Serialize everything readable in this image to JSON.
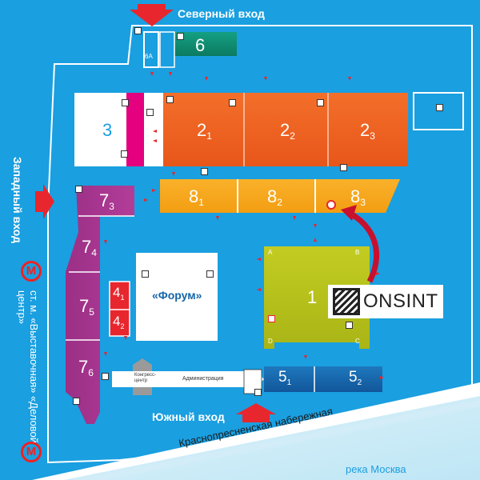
{
  "entrances": {
    "north": "Северный вход",
    "west": "Западный вход",
    "south": "Южный вход"
  },
  "metro": {
    "symbol": "M",
    "station_text": "ст. м. «Выставочная» «Деловой центр»"
  },
  "halls": {
    "h6": {
      "num": "6"
    },
    "h6a": {
      "num": "6A"
    },
    "h3": {
      "num": "3"
    },
    "h2_1": {
      "num": "2",
      "sub": "1"
    },
    "h2_2": {
      "num": "2",
      "sub": "2"
    },
    "h2_3": {
      "num": "2",
      "sub": "3"
    },
    "h8_1": {
      "num": "8",
      "sub": "1"
    },
    "h8_2": {
      "num": "8",
      "sub": "2"
    },
    "h8_3": {
      "num": "8",
      "sub": "3"
    },
    "h7_3": {
      "num": "7",
      "sub": "3"
    },
    "h7_4": {
      "num": "7",
      "sub": "4"
    },
    "h7_5": {
      "num": "7",
      "sub": "5"
    },
    "h7_6": {
      "num": "7",
      "sub": "6"
    },
    "h4_1": {
      "num": "4",
      "sub": "1"
    },
    "h4_2": {
      "num": "4",
      "sub": "2"
    },
    "h1": {
      "num": "1"
    },
    "h5_1": {
      "num": "5",
      "sub": "1"
    },
    "h5_2": {
      "num": "5",
      "sub": "2"
    }
  },
  "forum": "«Форум»",
  "congress_center": "Конгресс-центр",
  "administration": "Администрация",
  "hall1_corners": [
    "A",
    "B",
    "C",
    "D"
  ],
  "embankment": "Краснопресненская набережная",
  "river": "река Москва",
  "logo": "ONSINT",
  "colors": {
    "background": "#1a9fe0",
    "orange": "#f26522",
    "yellow": "#f8a81c",
    "purple": "#a0348b",
    "green": "#0f8a6e",
    "red": "#e8262e",
    "olive": "#b7c21b",
    "darkblue": "#1565a8",
    "magenta": "#e4007f"
  }
}
